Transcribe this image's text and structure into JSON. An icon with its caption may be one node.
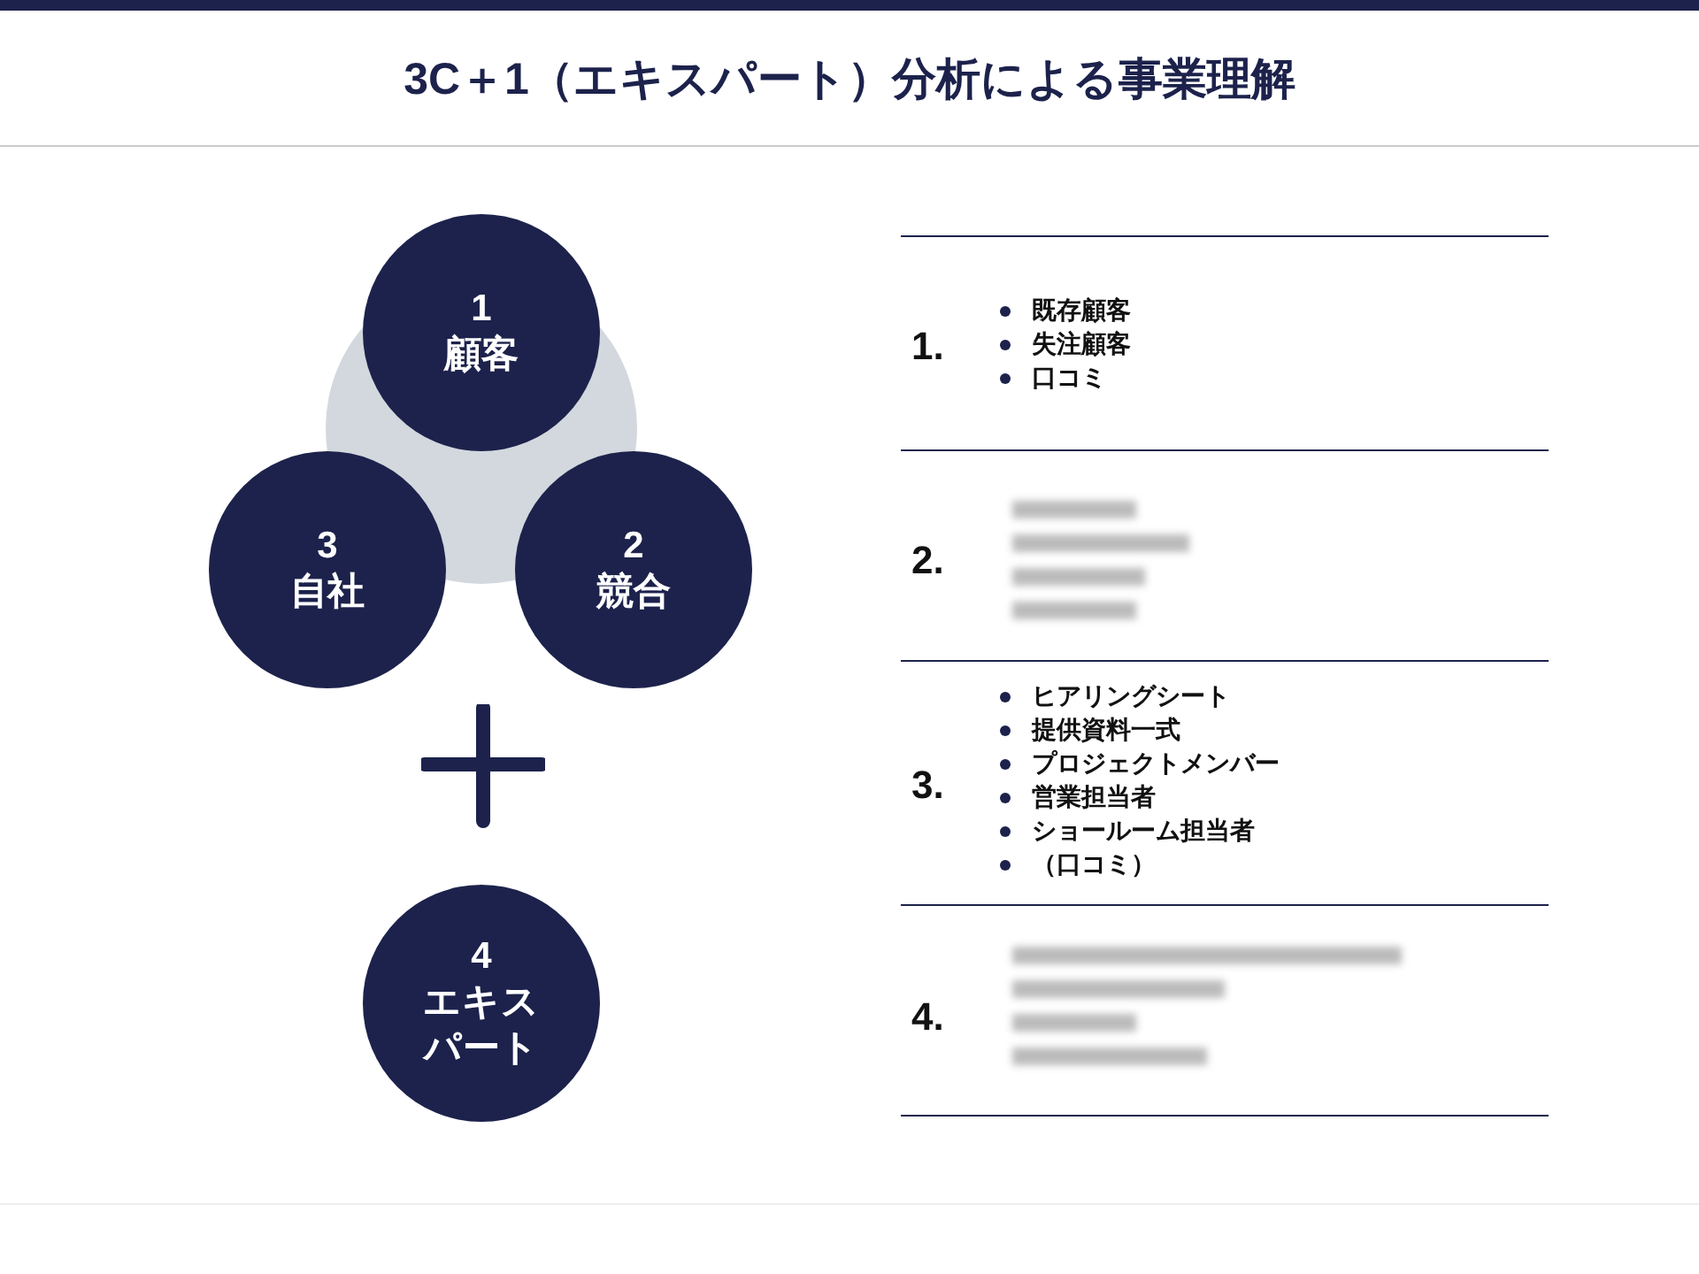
{
  "diagram": {
    "title": "3C＋1（エキスパート）分析による事業理解",
    "nodes": [
      {
        "text": [
          "1",
          "顧客"
        ]
      },
      {
        "text": [
          "3",
          "自社"
        ]
      },
      {
        "text": [
          "2",
          "競合"
        ]
      },
      {
        "text": [
          "4",
          "エキスパート"
        ]
      }
    ],
    "labels": [
      "1.",
      "既存顧客",
      "失注顧客",
      "口コミ",
      "2.",
      "3.",
      "ヒアリングシート",
      "提供資料一式",
      "プロジェクトメンバー",
      "営業担当者",
      "ショールーム担当者",
      "（口コミ）",
      "4."
    ]
  }
}
